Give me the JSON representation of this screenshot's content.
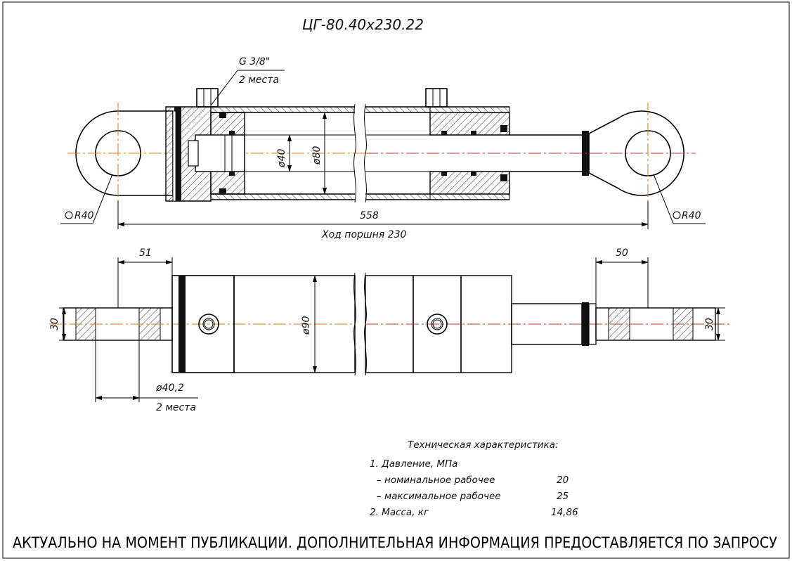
{
  "drawing": {
    "title": "ЦГ-80.40х230.22",
    "thread_label": "G 3/8\"",
    "thread_qty": "2 места",
    "rod_diameter": "ø40",
    "bore_diameter": "ø80",
    "radius_left": "R40",
    "radius_right": "R40",
    "overall_length": "558",
    "stroke_label": "Ход поршня 230",
    "eye_width_left": "51",
    "eye_width_right": "50",
    "eye_thickness_left": "30",
    "eye_thickness_right": "30",
    "outer_diameter": "ø90",
    "pin_hole": "ø40,2",
    "pin_hole_qty": "2 места"
  },
  "specs": {
    "heading": "Техническая характеристика:",
    "rows": [
      {
        "label": "1. Давление, МПа",
        "value": ""
      },
      {
        "label": "– номинальное рабочее",
        "value": "20"
      },
      {
        "label": "– максимальное рабочее",
        "value": "25"
      },
      {
        "label": "2. Масса, кг",
        "value": "14,86"
      }
    ]
  },
  "footer": "АКТУАЛЬНО НА МОМЕНТ ПУБЛИКАЦИИ. ДОПОЛНИТЕЛЬНАЯ ИНФОРМАЦИЯ ПРЕДОСТАВЛЯЕТСЯ ПО ЗАПРОСУ"
}
